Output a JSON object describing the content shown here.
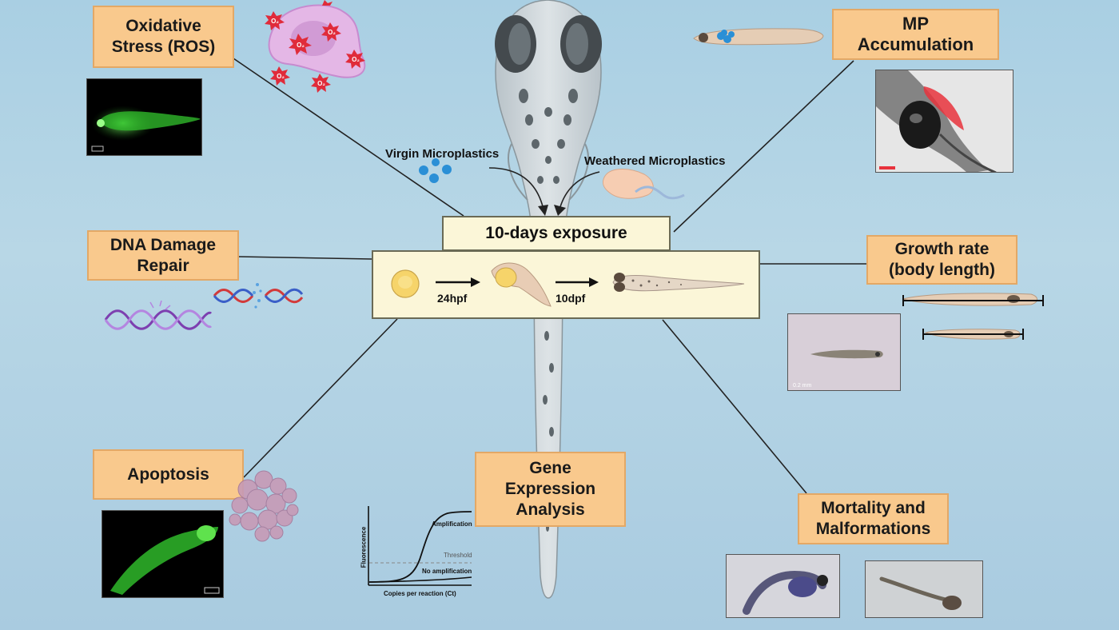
{
  "labels": {
    "oxidative": "Oxidative\nStress (ROS)",
    "mp_accumulation": "MP\nAccumulation",
    "dna_damage": "DNA Damage\nRepair",
    "growth_rate": "Growth rate\n(body length)",
    "apoptosis": "Apoptosis",
    "gene_expression": "Gene\nExpression\nAnalysis",
    "mortality": "Mortality and\nMalformations"
  },
  "center": {
    "virgin": "Virgin Microplastics",
    "weathered": "Weathered Microplastics",
    "exposure_title": "10-days exposure",
    "stage1": "24hpf",
    "stage2": "10dpf"
  },
  "ros_symbol": "O₂",
  "qpcr": {
    "amplification": "Amplification",
    "threshold": "Threshold",
    "no_amplification": "No amplification",
    "xlabel": "Copies per reaction (Ct)",
    "ylabel": "Fluorescence"
  },
  "micrograph_scale_labels": {
    "growth": "0.2 mm"
  },
  "colors": {
    "label_fill": "#f9c98d",
    "label_border": "#e3a866",
    "exposure_fill": "#fbf6d8",
    "fluorescence_green": "#39d44a",
    "mp_red": "#e8323c",
    "microplastic_blue": "#2a8fd6"
  },
  "icons": [
    "zebrafish-larva-icon",
    "ros-cell-icon",
    "dna-helix-icon",
    "apoptotic-cell-icon",
    "embryo-icon",
    "microplastic-beads-icon"
  ]
}
